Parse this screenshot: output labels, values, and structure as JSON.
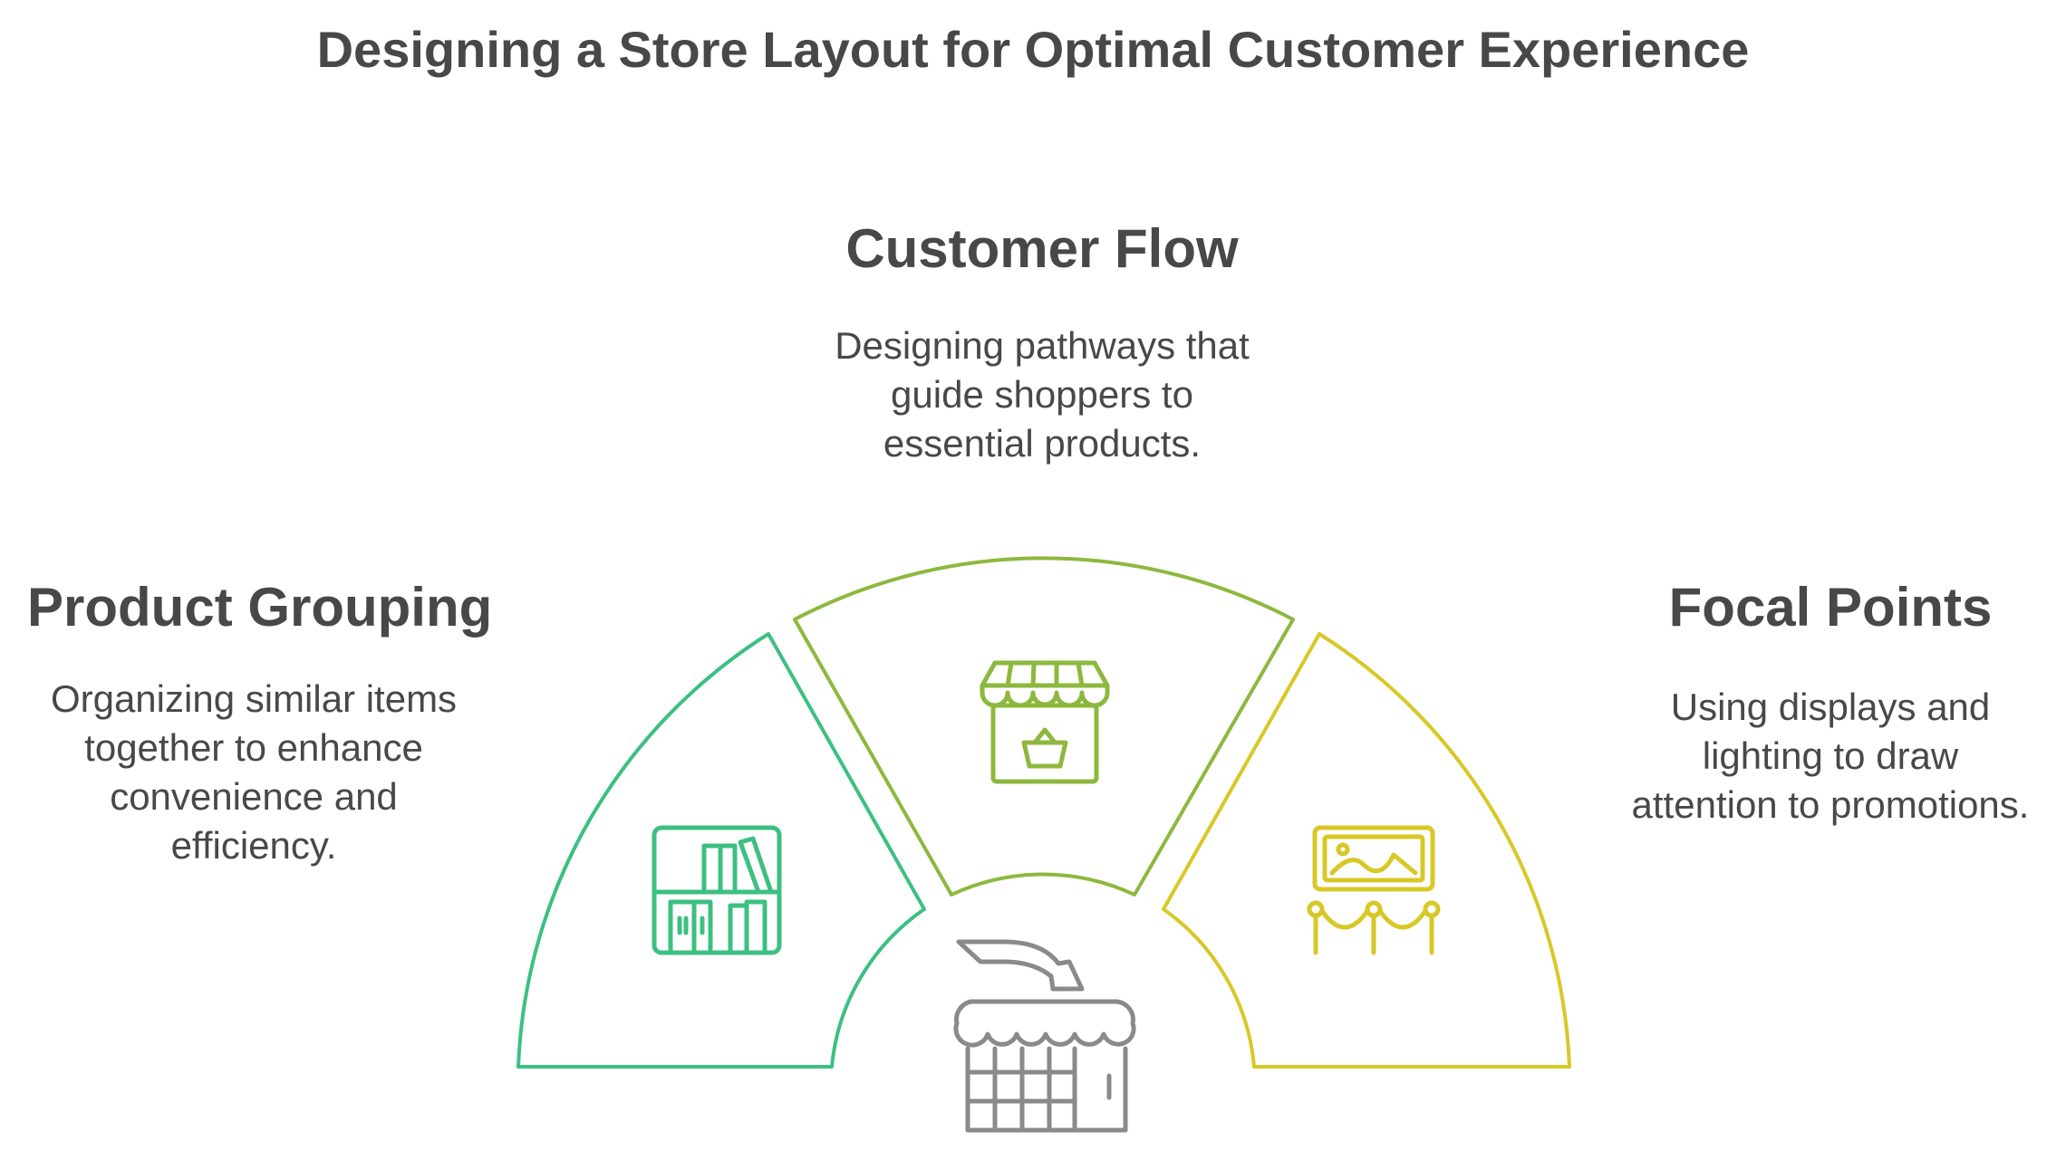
{
  "title": "Designing a Store Layout for Optimal Customer Experience",
  "sections": {
    "left": {
      "heading": "Product Grouping",
      "lines": [
        "Organizing similar items",
        "together to enhance",
        "convenience and",
        "efficiency."
      ],
      "color": "#3cc082",
      "icon": "bookshelf-icon"
    },
    "middle": {
      "heading": "Customer Flow",
      "lines": [
        "Designing pathways that",
        "guide shoppers to",
        "essential products."
      ],
      "color": "#8db83e",
      "icon": "storefront-basket-icon"
    },
    "right": {
      "heading": "Focal Points",
      "lines": [
        "Using displays and",
        "lighting to draw",
        "attention to promotions."
      ],
      "color": "#d8c826",
      "icon": "framed-display-icon"
    }
  },
  "center": {
    "icon": "store-entrance-arrow-icon",
    "color": "#8a8a8a"
  }
}
